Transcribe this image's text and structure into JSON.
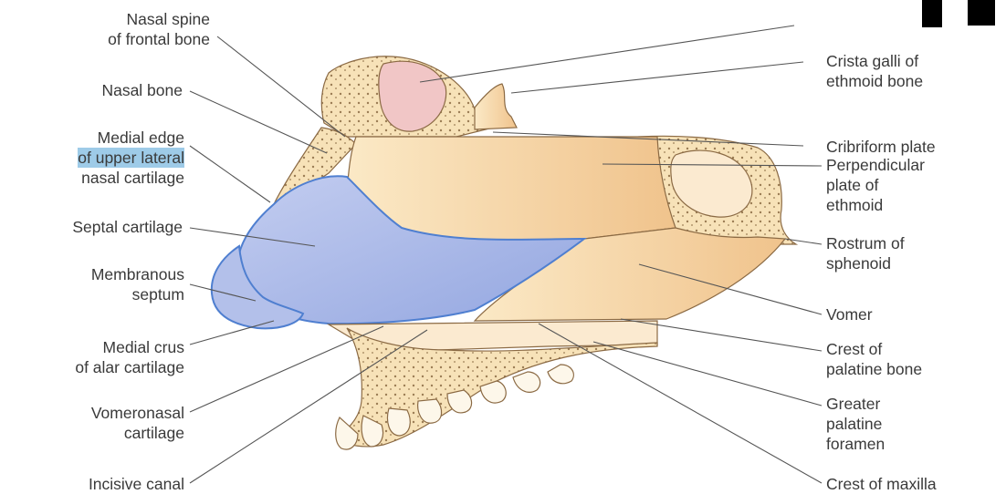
{
  "labels_left": {
    "nasal_spine": [
      "Nasal spine",
      "of frontal bone"
    ],
    "nasal_bone": [
      "Nasal bone"
    ],
    "medial_edge": [
      "Medial edge",
      "of upper lateral",
      "nasal cartilage"
    ],
    "septal_cartilage": [
      "Septal cartilage"
    ],
    "membranous_septum": [
      "Membranous",
      "septum"
    ],
    "medial_crus": [
      "Medial crus",
      "of alar cartilage"
    ],
    "vomeronasal": [
      "Vomeronasal",
      "cartilage"
    ],
    "incisive_canal": [
      "Incisive canal"
    ]
  },
  "labels_right": {
    "crista_galli": [
      "Crista galli of",
      "ethmoid bone"
    ],
    "cribriform": [
      "Cribriform plate"
    ],
    "perpendicular": [
      "Perpendicular",
      "plate of",
      "ethmoid"
    ],
    "rostrum": [
      "Rostrum of",
      "sphenoid"
    ],
    "vomer": [
      "Vomer"
    ],
    "crest_palatine": [
      "Crest of",
      "palatine bone"
    ],
    "greater_palatine": [
      "Greater",
      "palatine",
      "foramen"
    ],
    "crest_maxilla": [
      "Crest of maxilla"
    ]
  },
  "colors": {
    "bone": "#f6dcae",
    "bone_dark": "#efc58a",
    "cartilage": "#a9b7e6",
    "cartilage_edge": "#4f7fd0",
    "sinus": "#f1c3c3",
    "leader": "#555555",
    "highlight": "#9ecbe8"
  }
}
